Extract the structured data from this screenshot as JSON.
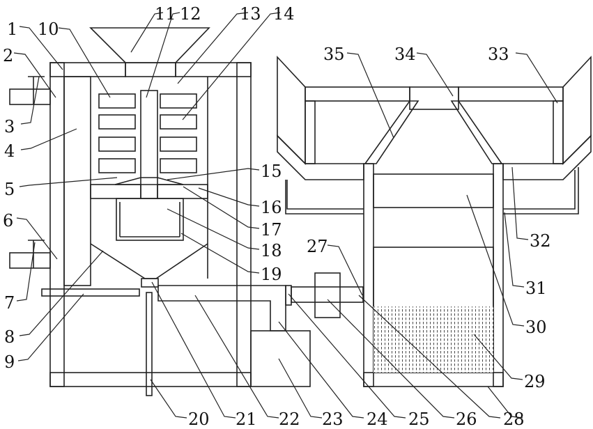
{
  "labels": [
    "1",
    "2",
    "3",
    "4",
    "5",
    "6",
    "7",
    "8",
    "9",
    "10",
    "11",
    "12",
    "13",
    "14",
    "15",
    "16",
    "17",
    "18",
    "19",
    "20",
    "21",
    "22",
    "23",
    "24",
    "25",
    "26",
    "27",
    "28",
    "29",
    "30",
    "31",
    "32",
    "33",
    "34",
    "35"
  ]
}
